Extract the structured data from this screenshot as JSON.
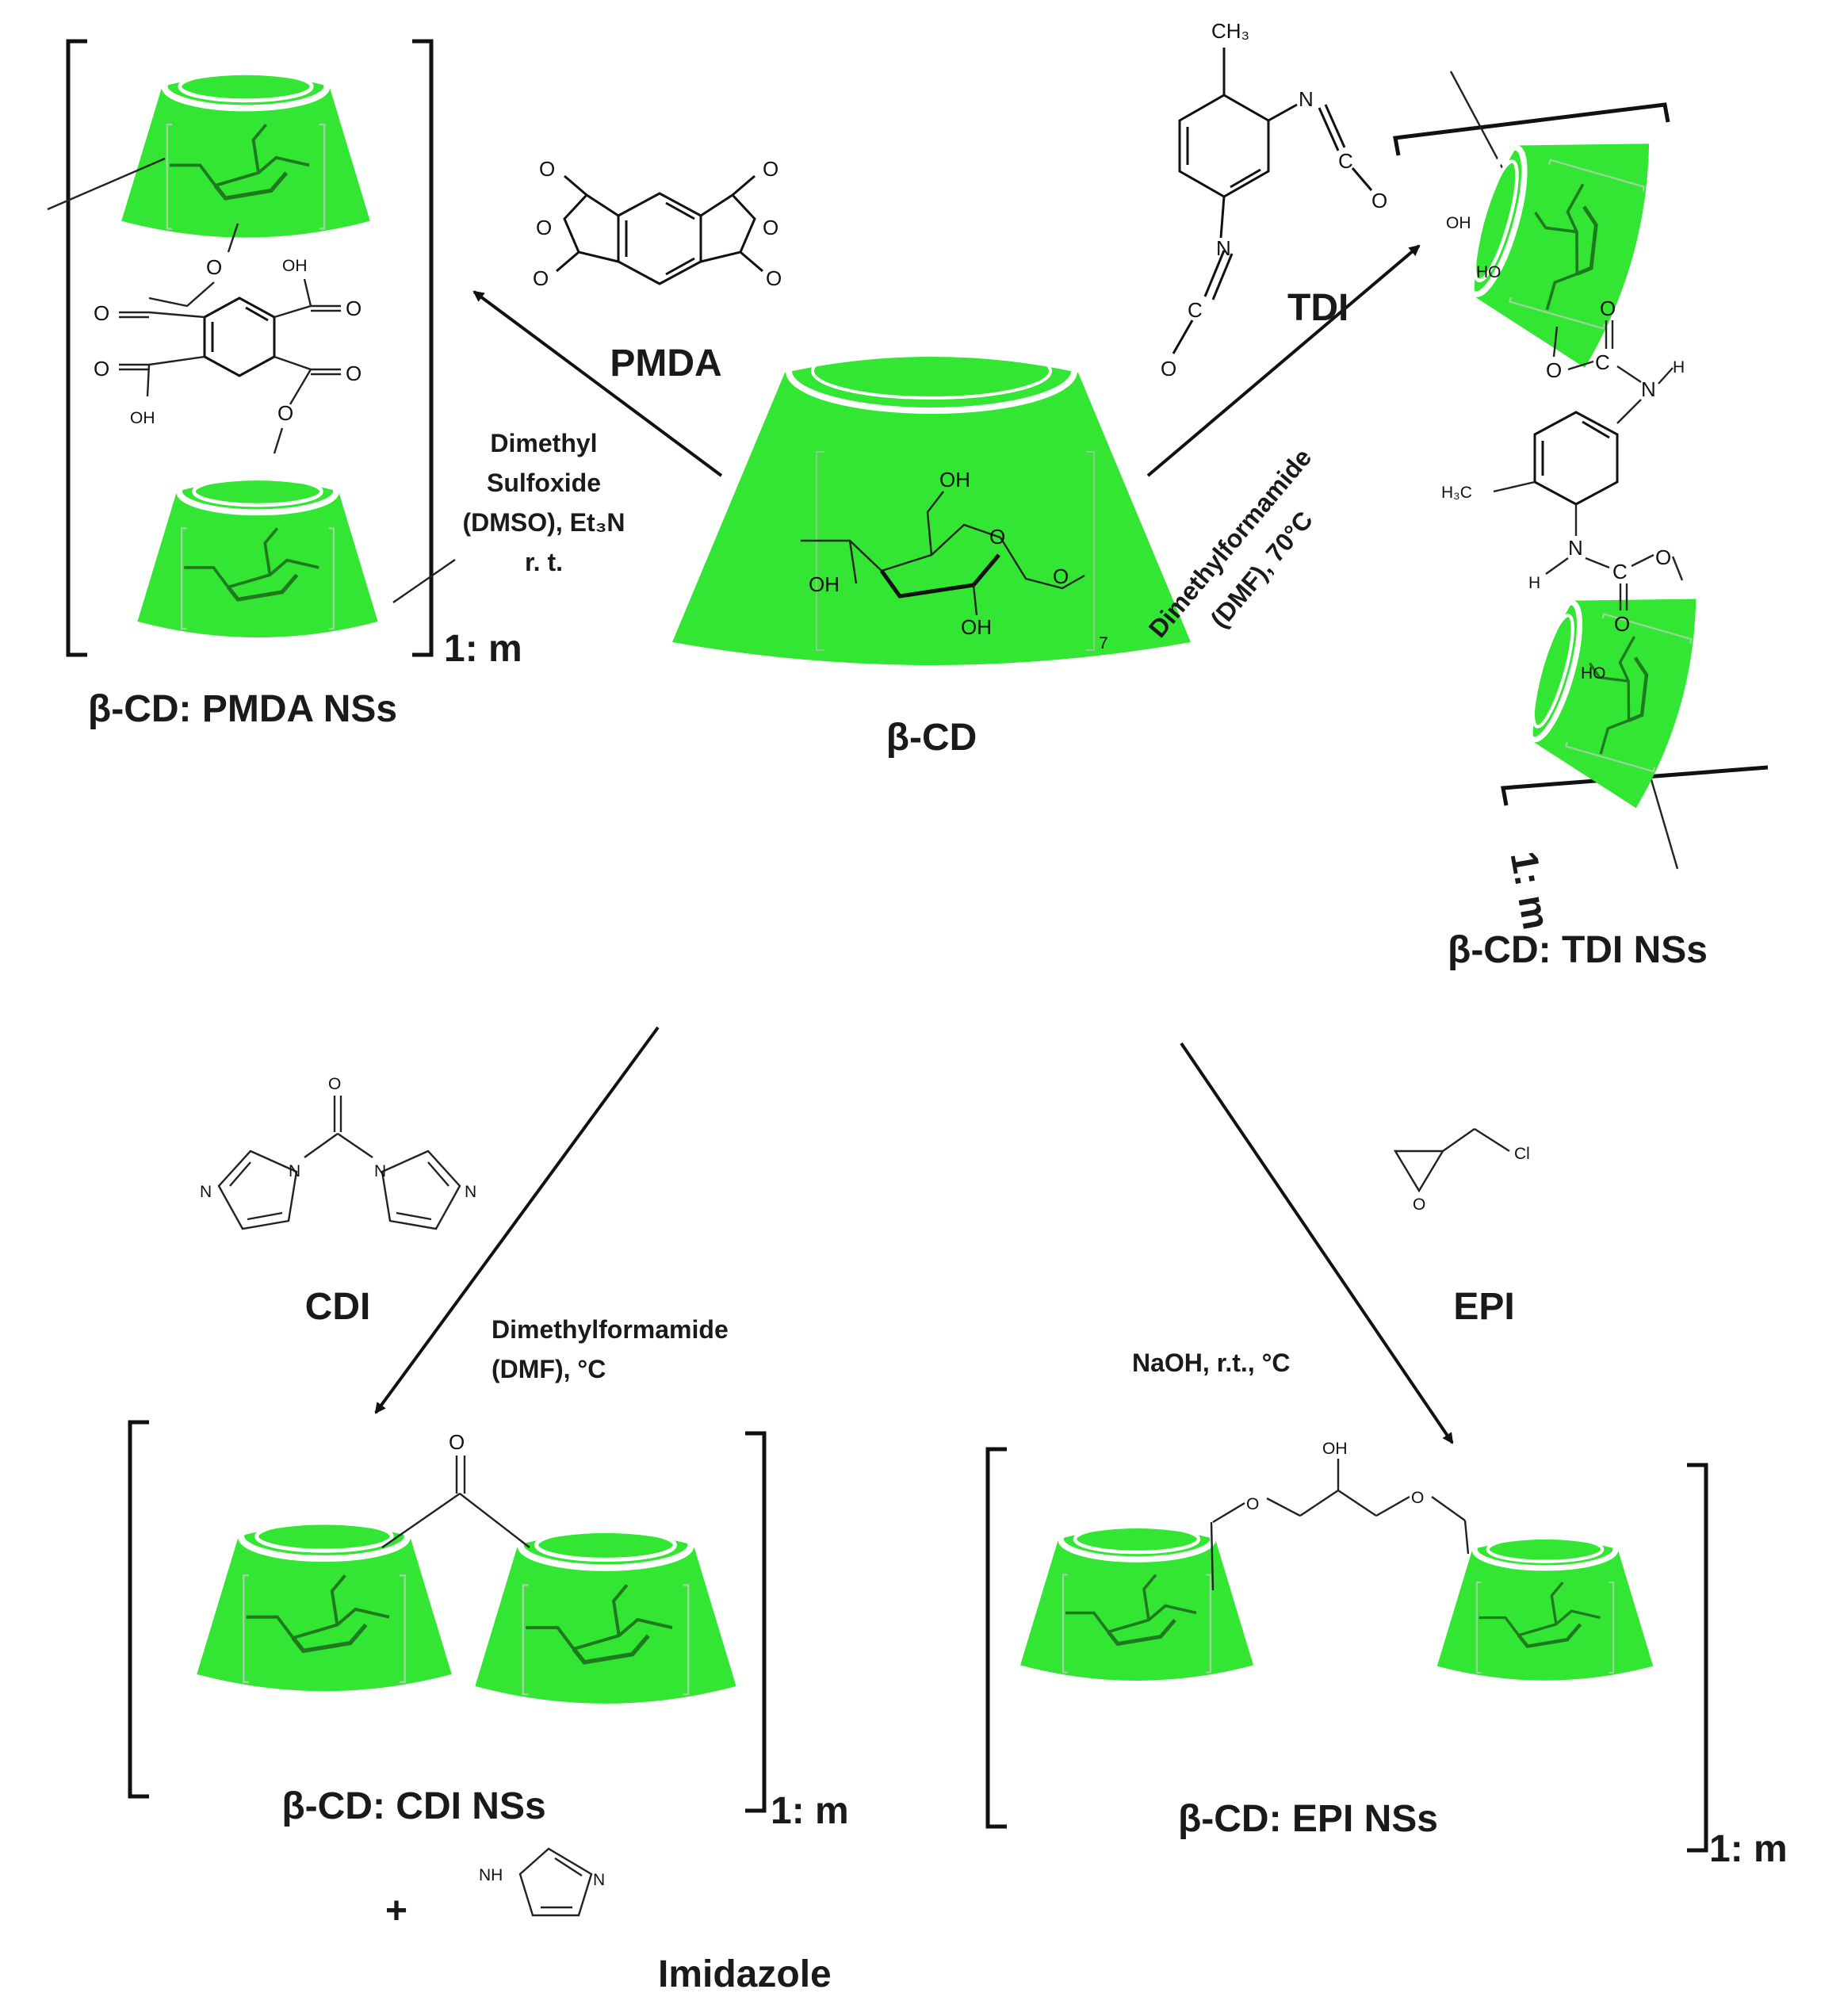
{
  "colors": {
    "cd_green": "#33e633",
    "cd_rim": "#ffffff",
    "ink": "#111111"
  },
  "core": {
    "label": "β-CD",
    "oh": "OH",
    "ring_o": "O",
    "repeat": "7"
  },
  "pmda": {
    "reagent": "PMDA",
    "conditions": [
      "Dimethyl",
      "Sulfoxide",
      "(DMSO), Et₃N",
      "r. t."
    ],
    "product": "β-CD: PMDA NSs",
    "ratio": "1: m",
    "atoms": {
      "o": "O",
      "oh": "OH"
    }
  },
  "tdi": {
    "reagent": "TDI",
    "conditions": [
      "Dimethylformamide",
      "(DMF), 70°C"
    ],
    "product": "β-CD: TDI NSs",
    "ratio": "1: m",
    "atoms": {
      "ch3": "CH₃",
      "h3c": "H₃C",
      "n": "N",
      "c": "C",
      "o": "O",
      "h": "H",
      "ho": "HO",
      "oh": "OH"
    }
  },
  "cdi": {
    "reagent": "CDI",
    "conditions": [
      "Dimethylformamide",
      "(DMF), °C"
    ],
    "product": "β-CD: CDI NSs",
    "ratio": "1: m",
    "byproduct": "Imidazole",
    "plus": "+",
    "atoms": {
      "n": "N",
      "o": "O",
      "nh": "NH"
    }
  },
  "epi": {
    "reagent": "EPI",
    "conditions": [
      "NaOH, r.t., °C"
    ],
    "product": "β-CD: EPI NSs",
    "ratio": "1: m",
    "atoms": {
      "cl": "Cl",
      "o": "O",
      "oh": "OH"
    }
  }
}
